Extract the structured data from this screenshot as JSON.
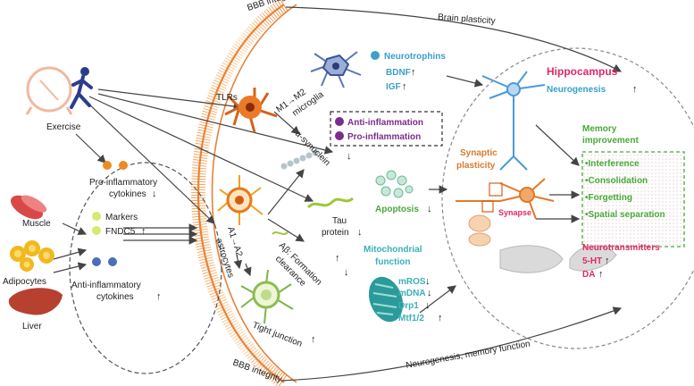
{
  "labels": {
    "bbb_top": "BBB integrity",
    "bbb_bottom": "BBB integrity",
    "brain_plasticity": "Brain plasticity",
    "neurogenesis_memory": "Neurogenesis, memory function",
    "exercise": "Exercise",
    "muscle": "Muscle",
    "adipocytes": "Adipocytes",
    "liver": "Liver",
    "pro_inflam_line1": "Pro-inflammatory",
    "pro_inflam_line2": "cytokines",
    "markers": "Markers",
    "fndc5": "FNDC5",
    "anti_inflam_line1": "Anti-inflammatory",
    "anti_inflam_line2": "cytokines",
    "tlrs": "TLRs",
    "m1m2": "M1→M2",
    "microglia": "microglia",
    "a1a2": "A1→A2",
    "astrocytes": "astrocytes",
    "tight_junction": "Tight junction",
    "alpha_syn": "α-synuclein",
    "tau_line1": "Tau",
    "tau_line2": "protein",
    "abeta_line1": "Aβ: Formation",
    "abeta_line2": "clearance",
    "neurotrophins": "Neurotrophins",
    "bdnf": "BDNF",
    "igf": "IGF",
    "anti_inflammation": "Anti-inflammation",
    "pro_inflammation": "Pro-inflammation",
    "apoptosis": "Apoptosis",
    "mito_line1": "Mitochondrial",
    "mito_line2": "function",
    "mros": "mROS",
    "mdna": "mDNA",
    "drp1": "Drp1",
    "mtf12": "Mtf1/2",
    "hippocampus": "Hippocampus",
    "neurogenesis": "Neurogenesis",
    "synaptic_line1": "Synaptic",
    "synaptic_line2": "plasticity",
    "synapse": "Synapse",
    "memory_line1": "Memory",
    "memory_line2": "improvement",
    "interference": "•Interference",
    "consolidation": "•Consolidation",
    "forgetting": "•Forgetting",
    "spatial_separation": "•Spatial separation",
    "neurotransmitters": "Neurotransmitters",
    "ht5": "5-HT",
    "da": "DA"
  },
  "colors": {
    "cyan_text": "#3a9fc9",
    "teal_text": "#3ab0b8",
    "green_text": "#4aa83a",
    "magenta_text": "#e0286a",
    "orange_text": "#d97b2a",
    "purple_dot": "#7b2d8e",
    "skull_orange": "#e8823a"
  }
}
